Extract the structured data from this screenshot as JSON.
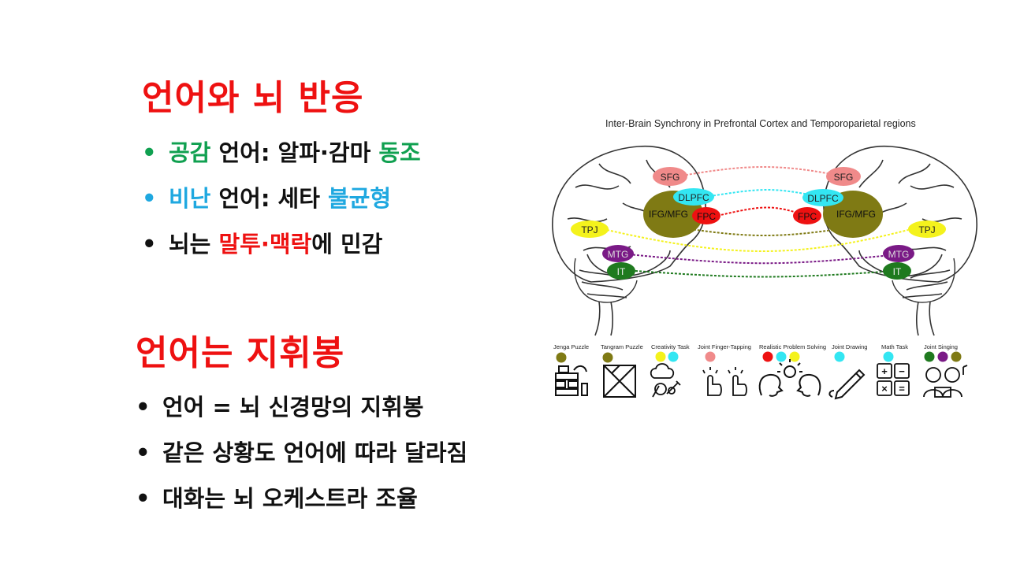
{
  "slide": {
    "heading1": "언어와 뇌 반응",
    "list1": [
      {
        "b": "공감",
        "m": " 언어: 알파·감마 ",
        "a": "동조"
      },
      {
        "b": "비난",
        "m": " 언어: 세타 ",
        "a": "불균형"
      },
      {
        "b": "뇌는 ",
        "m": "말투·맥락",
        "a": "에 민감"
      }
    ],
    "heading2": "언어는 지휘봉",
    "list2": [
      "언어 = 뇌 신경망의 지휘봉",
      "같은 상황도 언어에 따라 달라짐",
      "대화는 뇌 오케스트라 조율"
    ],
    "bullet": "•"
  },
  "figure": {
    "title": "Inter-Brain Synchrony in Prefrontal Cortex and Temporoparietal regions",
    "regions": {
      "sfg": "SFG",
      "dlpfc": "DLPFC",
      "ifg": "IFG/MFG",
      "fpc": "FPC",
      "tpj": "TPJ",
      "mtg": "MTG",
      "it": "IT"
    },
    "colors": {
      "sfg": "#f08a8a",
      "dlpfc": "#33e6f2",
      "ifg": "#7f7a14",
      "fpc": "#ee1111",
      "tpj": "#f4f21c",
      "mtg": "#7a1a86",
      "it": "#1f7a1f"
    },
    "tasks": [
      {
        "label": "Jenga Puzzle",
        "icon": "jenga-blocks-icon"
      },
      {
        "label": "Tangram Puzzle",
        "icon": "tangram-icon"
      },
      {
        "label": "Creativity Task",
        "icon": "creativity-tools-icon"
      },
      {
        "label": "Joint Finger-Tapping",
        "icon": "finger-tapping-icon"
      },
      {
        "label": "Realistic Problem Solving",
        "icon": "problem-solving-heads-icon"
      },
      {
        "label": "Joint Drawing",
        "icon": "pencil-drawing-icon"
      },
      {
        "label": "Math Task",
        "icon": "calculator-icon"
      },
      {
        "label": "Joint Singing",
        "icon": "singing-people-icon"
      }
    ],
    "math_symbols": [
      "+",
      "−",
      "×",
      "="
    ]
  }
}
